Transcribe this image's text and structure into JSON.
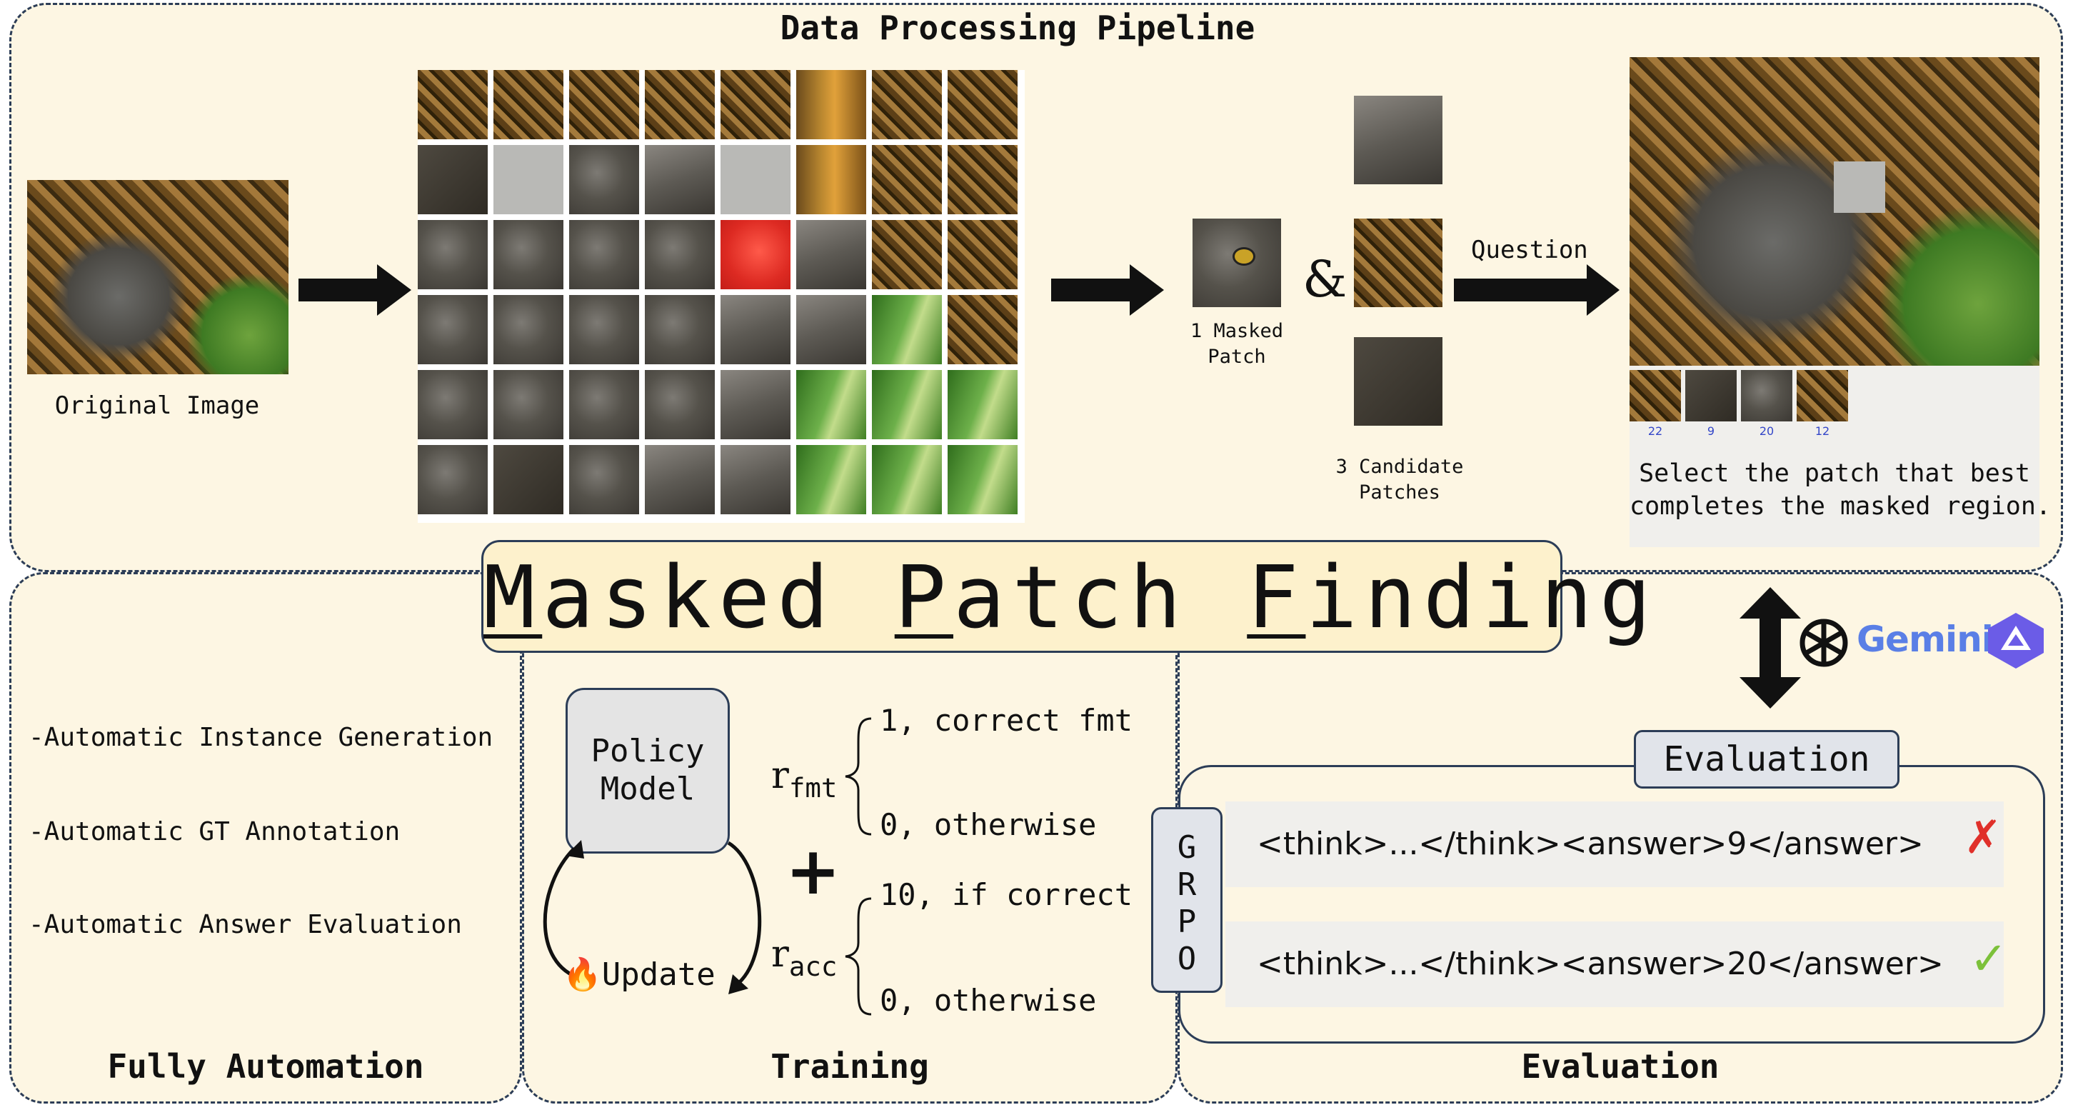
{
  "pipeline": {
    "title": "Data Processing Pipeline",
    "original_label": "Original Image",
    "masked_label": "1 Masked\nPatch",
    "ampersand": "&",
    "candidates_label": "3 Candidate\nPatches",
    "question_label": "Question",
    "option_numbers": [
      "22",
      "9",
      "20",
      "12"
    ],
    "prompt_text": "Select the patch that best\ncompletes the masked region."
  },
  "center_title": "Masked Patch Finding",
  "automation": {
    "items": [
      "-Automatic Instance Generation",
      "-Automatic GT Annotation",
      "-Automatic Answer Evaluation"
    ],
    "title": "Fully Automation"
  },
  "training": {
    "policy_label": "Policy\nModel",
    "update_label": "Update",
    "plus": "+",
    "r_fmt": {
      "symbol": "r",
      "sub": "fmt",
      "case1": "1, correct fmt",
      "case2": "0, otherwise"
    },
    "r_acc": {
      "symbol": "r",
      "sub": "acc",
      "case1": "10, if correct",
      "case2": "0, otherwise"
    },
    "grpo_letters": [
      "G",
      "R",
      "P",
      "O"
    ],
    "title": "Training"
  },
  "evaluation": {
    "tag": "Evaluation",
    "responses": [
      {
        "text": "<think>...</think><answer>9</answer>",
        "mark": "✗",
        "color": "#e0302a"
      },
      {
        "text": "<think>...</think><answer>20</answer>",
        "mark": "✓",
        "color": "#7cc13a"
      }
    ],
    "models": [
      "Gemini"
    ],
    "title": "Evaluation"
  }
}
